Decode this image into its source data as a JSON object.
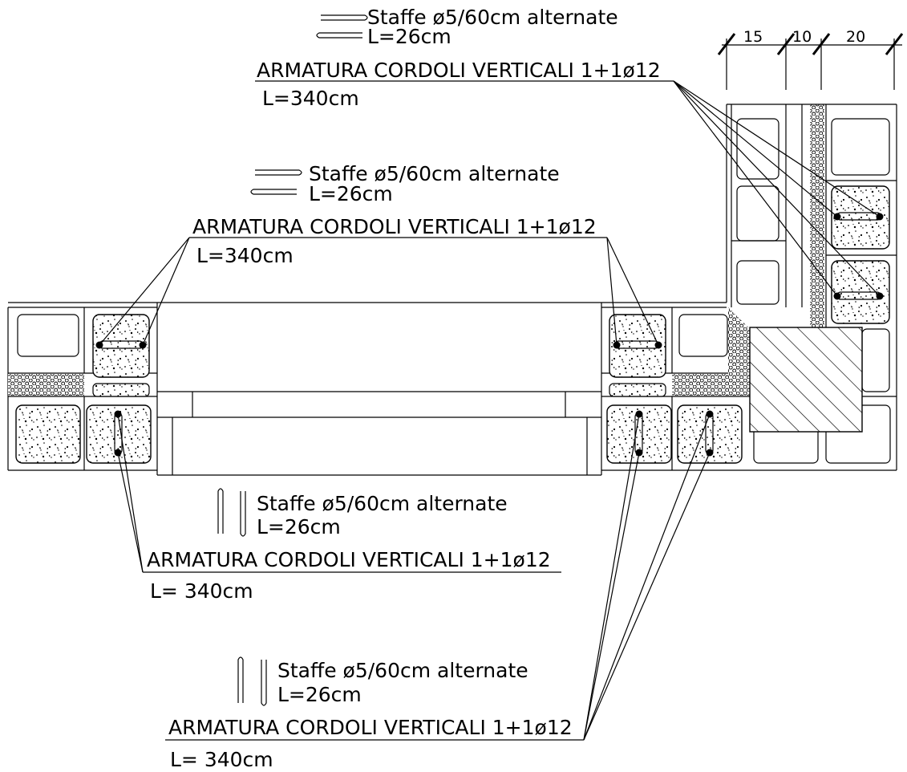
{
  "labels": [
    {
      "stirrup": "Staffe ø5/60cm alternate",
      "length_stirrup": "L=26cm",
      "rebar": "ARMATURA CORDOLI VERTICALI 1+1ø12",
      "length_rebar": "L=340cm"
    },
    {
      "stirrup": "Staffe ø5/60cm alternate",
      "length_stirrup": "L=26cm",
      "rebar": "ARMATURA CORDOLI VERTICALI 1+1ø12",
      "length_rebar": "L=340cm"
    },
    {
      "stirrup": "Staffe ø5/60cm alternate",
      "length_stirrup": "L=26cm",
      "rebar": "ARMATURA CORDOLI VERTICALI 1+1ø12",
      "length_rebar": "L= 340cm"
    },
    {
      "stirrup": "Staffe ø5/60cm alternate",
      "length_stirrup": "L=26cm",
      "rebar": "ARMATURA CORDOLI VERTICALI 1+1ø12",
      "length_rebar": "L= 340cm"
    }
  ],
  "dimensions": [
    "15",
    "10",
    "20"
  ]
}
